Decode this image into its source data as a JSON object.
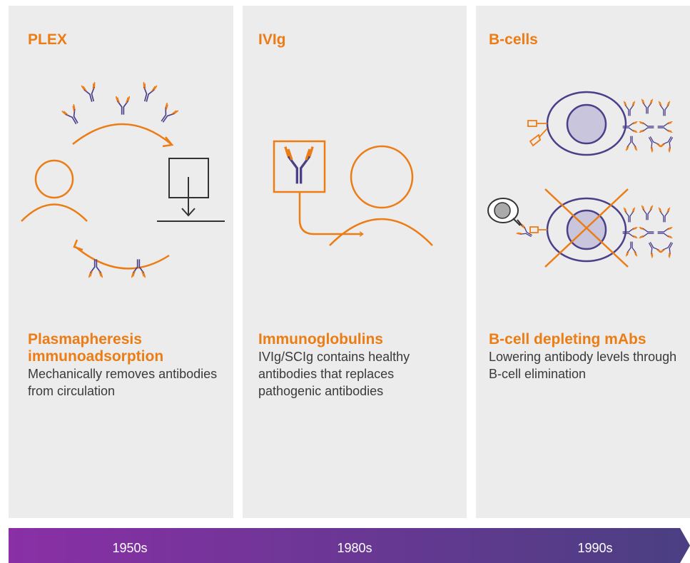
{
  "colors": {
    "accent": "#ec7c14",
    "antibody_dark": "#4b3f88",
    "cell_fill": "#c9c5dc",
    "panel_bg": "#ececed",
    "timeline_start": "#8a2fa6",
    "timeline_end": "#4a3f82"
  },
  "panels": [
    {
      "title": "PLEX",
      "heading": "Plasmapheresis immunoadsorption",
      "description": "Mechanically removes antibodies from circulation",
      "icons": [
        "person-icon",
        "filter-device-icon",
        "circulation-arrow-icon",
        "antibody-icon"
      ]
    },
    {
      "title": "IVIg",
      "heading": "Immunoglobulins",
      "description": "IVIg/SCIg contains healthy antibodies that replaces pathogenic antibodies",
      "icons": [
        "antibody-box-icon",
        "person-icon",
        "infusion-arrow-icon"
      ]
    },
    {
      "title": "B-cells",
      "heading": "B-cell depleting mAbs",
      "description": "Lowering antibody levels through B-cell elimination",
      "icons": [
        "b-cell-icon",
        "depleted-b-cell-icon",
        "effector-cell-icon",
        "antibody-cluster-icon"
      ]
    }
  ],
  "timeline": {
    "eras": [
      "1950s",
      "1980s",
      "1990s"
    ]
  }
}
